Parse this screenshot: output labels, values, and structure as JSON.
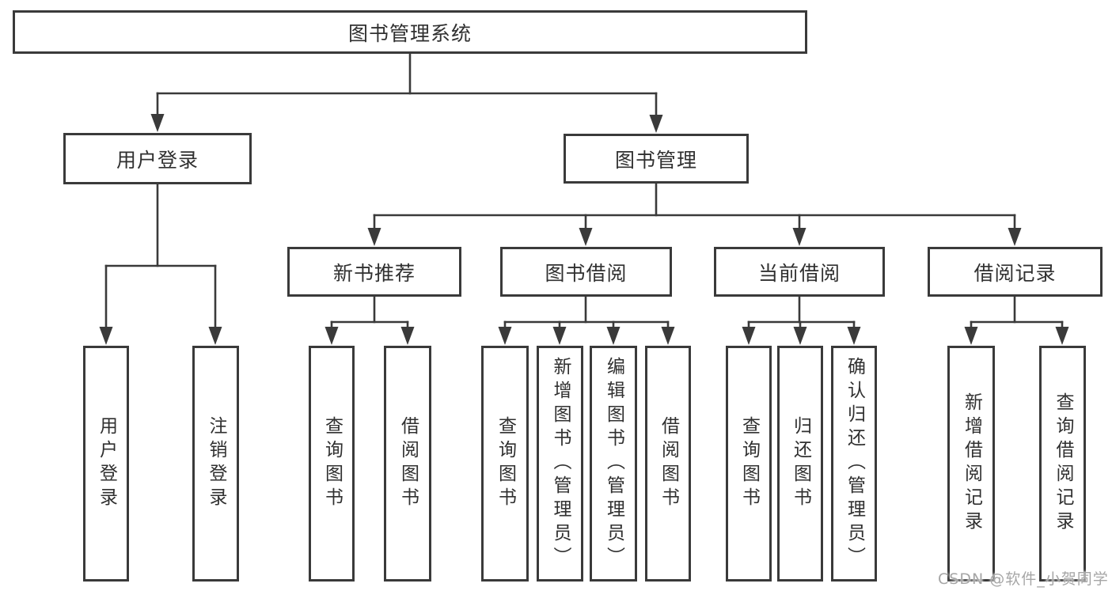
{
  "colors": {
    "line": "#3a3a3a",
    "border": "#3a3a3a",
    "text": "#303030",
    "watermark": "#a6a6a6",
    "background": "#ffffff"
  },
  "watermark": {
    "text": "CSDN @软件_小贺同学"
  },
  "tree": {
    "root": {
      "label": "图书管理系统"
    },
    "branches": [
      {
        "label": "用户登录",
        "children": [
          {
            "label": "用户登录"
          },
          {
            "label": "注销登录"
          }
        ]
      },
      {
        "label": "图书管理",
        "children": [
          {
            "label": "新书推荐",
            "children": [
              {
                "label": "查询图书"
              },
              {
                "label": "借阅图书"
              }
            ]
          },
          {
            "label": "图书借阅",
            "children": [
              {
                "label": "查询图书"
              },
              {
                "label": "新增图书（管理员）"
              },
              {
                "label": "编辑图书（管理员）"
              },
              {
                "label": "借阅图书"
              }
            ]
          },
          {
            "label": "当前借阅",
            "children": [
              {
                "label": "查询图书"
              },
              {
                "label": "归还图书"
              },
              {
                "label": "确认归还（管理员）"
              }
            ]
          },
          {
            "label": "借阅记录",
            "children": [
              {
                "label": "新增借阅记录"
              },
              {
                "label": "查询借阅记录"
              }
            ]
          }
        ]
      }
    ]
  }
}
